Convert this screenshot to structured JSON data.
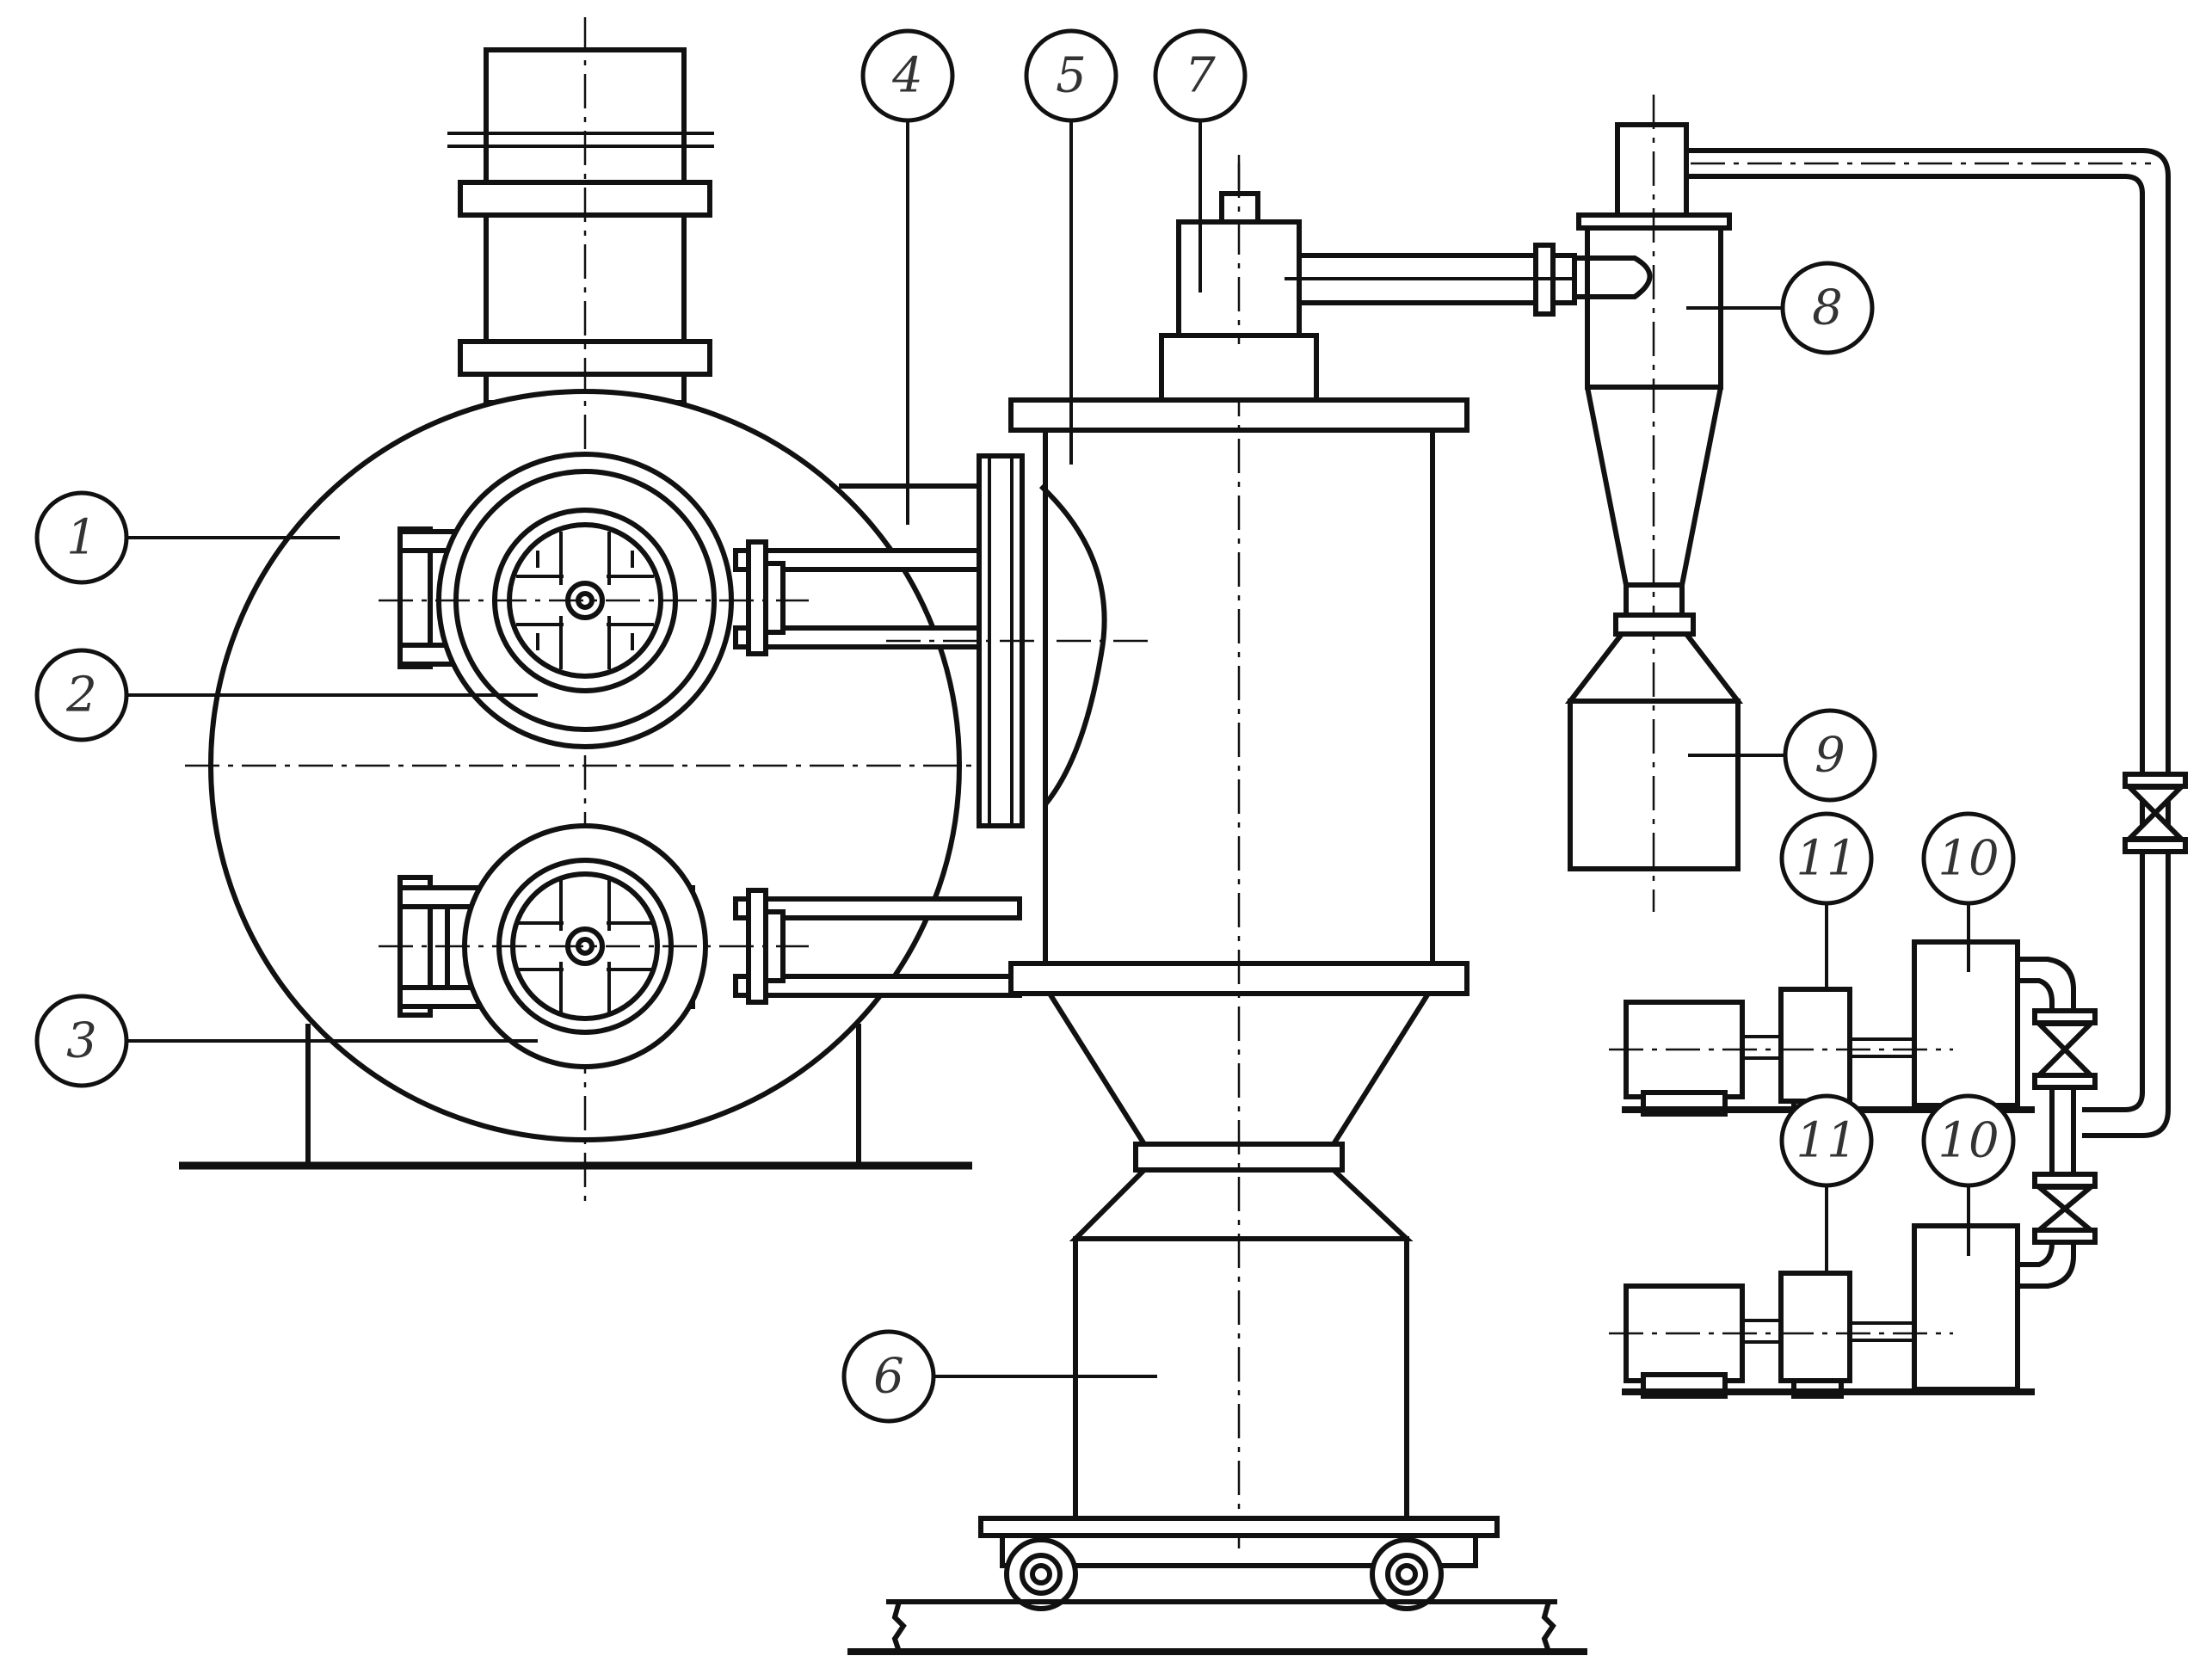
{
  "callouts": [
    {
      "id": "1",
      "label": "1"
    },
    {
      "id": "2",
      "label": "2"
    },
    {
      "id": "3",
      "label": "3"
    },
    {
      "id": "4",
      "label": "4"
    },
    {
      "id": "5",
      "label": "5"
    },
    {
      "id": "6",
      "label": "6"
    },
    {
      "id": "7",
      "label": "7"
    },
    {
      "id": "8",
      "label": "8"
    },
    {
      "id": "9",
      "label": "9"
    },
    {
      "id": "10a",
      "label": "10"
    },
    {
      "id": "11a",
      "label": "11"
    },
    {
      "id": "10b",
      "label": "10"
    },
    {
      "id": "11b",
      "label": "11"
    }
  ],
  "colors": {
    "line": "#111111",
    "text": "#333333",
    "background": "#ffffff"
  }
}
